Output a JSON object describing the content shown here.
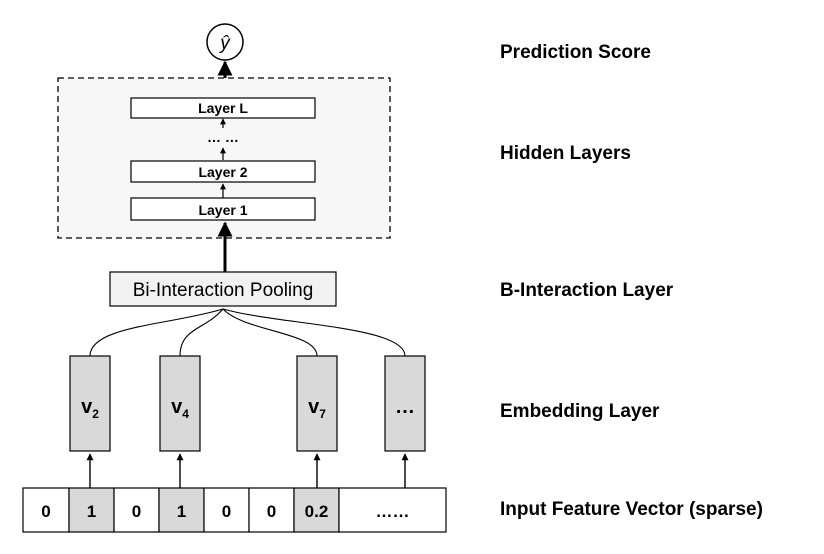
{
  "output": {
    "symbol": "ŷ"
  },
  "hidden": {
    "layers": [
      {
        "label": "Layer L"
      },
      {
        "label": "Layer 2"
      },
      {
        "label": "Layer 1"
      }
    ],
    "ellipsis": "… …"
  },
  "pooling": {
    "label": "Bi-Interaction Pooling"
  },
  "embeddings": [
    {
      "base": "v",
      "sub": "2"
    },
    {
      "base": "v",
      "sub": "4"
    },
    {
      "base": "v",
      "sub": "7"
    },
    {
      "base": "…",
      "sub": ""
    }
  ],
  "input": {
    "cells": [
      "0",
      "1",
      "0",
      "1",
      "0",
      "0",
      "0.2",
      "……"
    ],
    "active": [
      false,
      true,
      false,
      true,
      false,
      false,
      true,
      false
    ]
  },
  "labels": {
    "prediction": "Prediction Score",
    "hidden": "Hidden Layers",
    "interaction": "B-Interaction Layer",
    "embedding": "Embedding Layer",
    "input": "Input Feature Vector (sparse)"
  },
  "colors": {
    "active_fill": "#d9d9d9",
    "embedding_fill": "#d9d9d9",
    "pooling_fill": "#f2f2f2",
    "hidden_bg": "#f7f7f7",
    "stroke": "#000000"
  }
}
